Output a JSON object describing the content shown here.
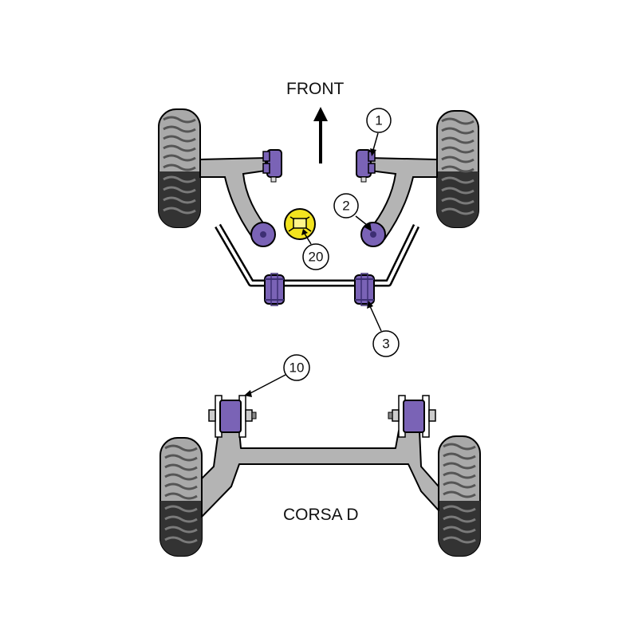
{
  "labels": {
    "front": "FRONT",
    "model": "CORSA D"
  },
  "callouts": [
    {
      "id": "1",
      "text": "1"
    },
    {
      "id": "2",
      "text": "2"
    },
    {
      "id": "20",
      "text": "20"
    },
    {
      "id": "3",
      "text": "3"
    },
    {
      "id": "10",
      "text": "10"
    }
  ],
  "colors": {
    "bush_purple": "#7a63b6",
    "bush_purple_dark": "#3d2f73",
    "bush_yellow": "#f2e31f",
    "arm_grey": "#b4b4b4",
    "tyre_dark": "#333333",
    "tyre_light": "#a9a9a9",
    "outline": "#000000"
  },
  "icons": {
    "direction_arrow": "arrow-up-icon"
  }
}
